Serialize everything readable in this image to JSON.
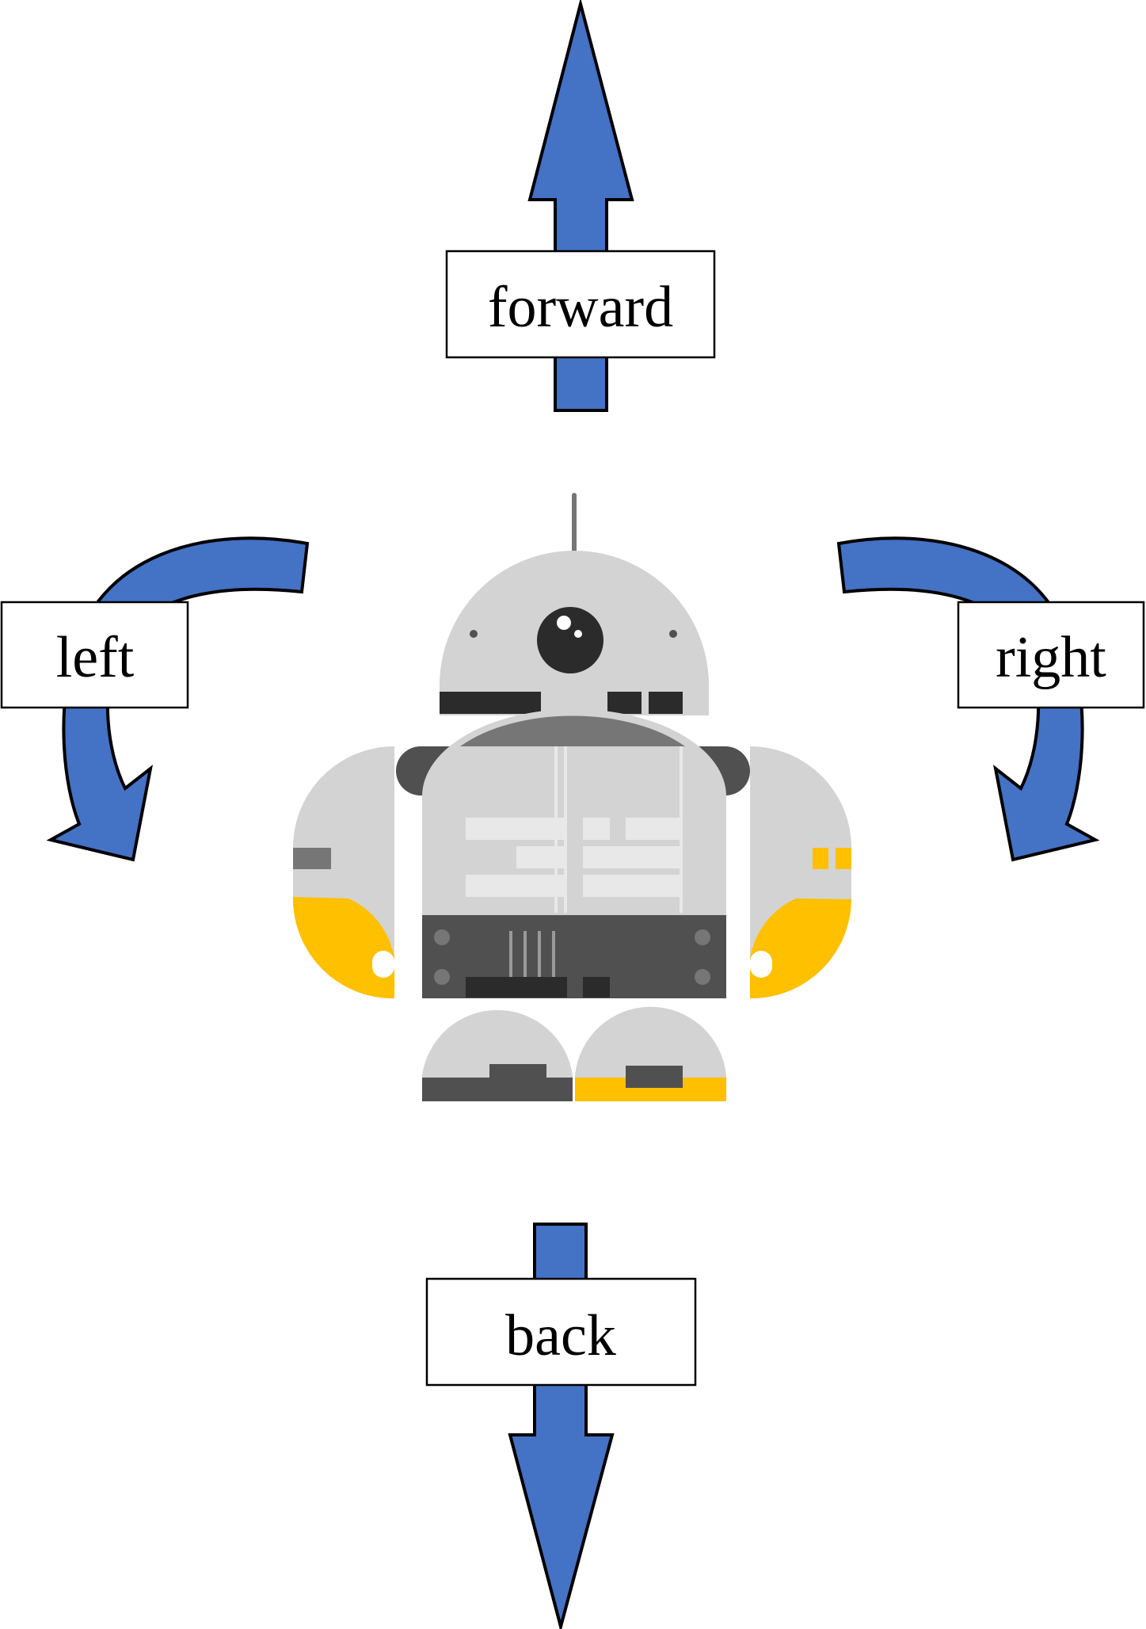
{
  "labels": {
    "forward": "forward",
    "back": "back",
    "left": "left",
    "right": "right"
  },
  "colors": {
    "arrow_fill": "#4472C4",
    "arrow_stroke": "#000000",
    "robot_light_gray": "#D3D3D3",
    "robot_mid_gray": "#767676",
    "robot_dark_gray": "#505050",
    "robot_black": "#2B2B2B",
    "robot_yellow": "#FFC000",
    "robot_stripe": "#E8E8E8"
  },
  "icons": {
    "robot": "robot-icon",
    "forward_arrow": "arrow-up-icon",
    "back_arrow": "arrow-down-icon",
    "left_arrow": "curved-arrow-left-icon",
    "right_arrow": "curved-arrow-right-icon"
  }
}
